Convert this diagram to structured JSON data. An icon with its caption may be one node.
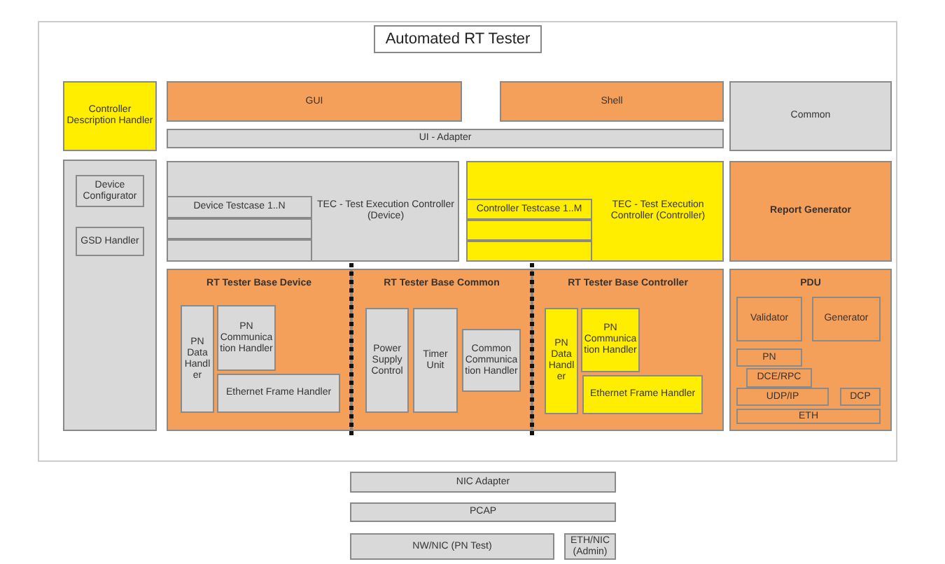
{
  "diagram": {
    "title": "Automated RT Tester",
    "nodes": [
      {
        "text": [],
        "shape": "box"
      },
      {
        "text": [
          "Controller Description Handler"
        ],
        "in": 0
      },
      {
        "text": [
          "GUI"
        ],
        "in": 0
      },
      {
        "text": [
          "Shell"
        ],
        "in": 0
      },
      {
        "text": [
          "Common"
        ],
        "in": 0
      },
      {
        "text": [
          "UI - Adapter"
        ],
        "in": 0
      },
      {
        "text": [],
        "shape": "box",
        "in": 0
      },
      {
        "text": [
          "Device Configurator"
        ],
        "in": 6
      },
      {
        "text": [
          "GSD Handler"
        ],
        "in": 6
      },
      {
        "text": [
          "TEC - Test Execution Controller (Device)"
        ],
        "in": 0
      },
      {
        "text": [
          "Device Testcase 1..N"
        ],
        "in": 9
      },
      {
        "text": [],
        "shape": "box",
        "in": 9
      },
      {
        "text": [],
        "shape": "box",
        "in": 9
      },
      {
        "text": [
          "TEC - Test Execution Controller (Controller)"
        ],
        "in": 0
      },
      {
        "text": [
          "Controller Testcase 1..M"
        ],
        "in": 13
      },
      {
        "text": [],
        "shape": "box",
        "in": 13
      },
      {
        "text": [],
        "shape": "box",
        "in": 13
      },
      {
        "text": [
          "Report Generator"
        ],
        "in": 0
      },
      {
        "text": [
          "RT Tester Base Device"
        ],
        "in": 0
      },
      {
        "text": [
          "PN Data Handler"
        ],
        "in": 18
      },
      {
        "text": [
          "PN Communication Handler"
        ],
        "in": 18
      },
      {
        "text": [
          "Ethernet Frame Handler"
        ],
        "in": 18
      },
      {
        "text": [
          "RT Tester Base Common"
        ],
        "in": 0
      },
      {
        "text": [
          "Power Supply Control"
        ],
        "in": 22
      },
      {
        "text": [
          "Timer Unit"
        ],
        "in": 22
      },
      {
        "text": [
          "Common Communication Handler"
        ],
        "in": 22
      },
      {
        "text": [
          "RT Tester Base Controller"
        ],
        "in": 0
      },
      {
        "text": [
          "PN Data Handler"
        ],
        "in": 26
      },
      {
        "text": [
          "PN Communication Handler"
        ],
        "in": 26
      },
      {
        "text": [
          "Ethernet Frame Handler"
        ],
        "in": 26
      },
      {
        "text": [
          "PDU"
        ],
        "in": 0
      },
      {
        "text": [
          "Validator"
        ],
        "in": 30
      },
      {
        "text": [
          "Generator"
        ],
        "in": 30
      },
      {
        "text": [
          "PN"
        ],
        "in": 30
      },
      {
        "text": [
          "DCE/RPC"
        ],
        "in": 30
      },
      {
        "text": [
          "UDP/IP"
        ],
        "in": 30
      },
      {
        "text": [
          "DCP"
        ],
        "in": 30
      },
      {
        "text": [
          "ETH"
        ],
        "in": 30
      },
      {
        "text": [
          "NIC Adapter"
        ]
      },
      {
        "text": [
          "PCAP"
        ]
      },
      {
        "text": [
          "NW/NIC (PN Test)"
        ]
      },
      {
        "text": [
          "ETH/NIC (Admin)"
        ]
      }
    ]
  }
}
